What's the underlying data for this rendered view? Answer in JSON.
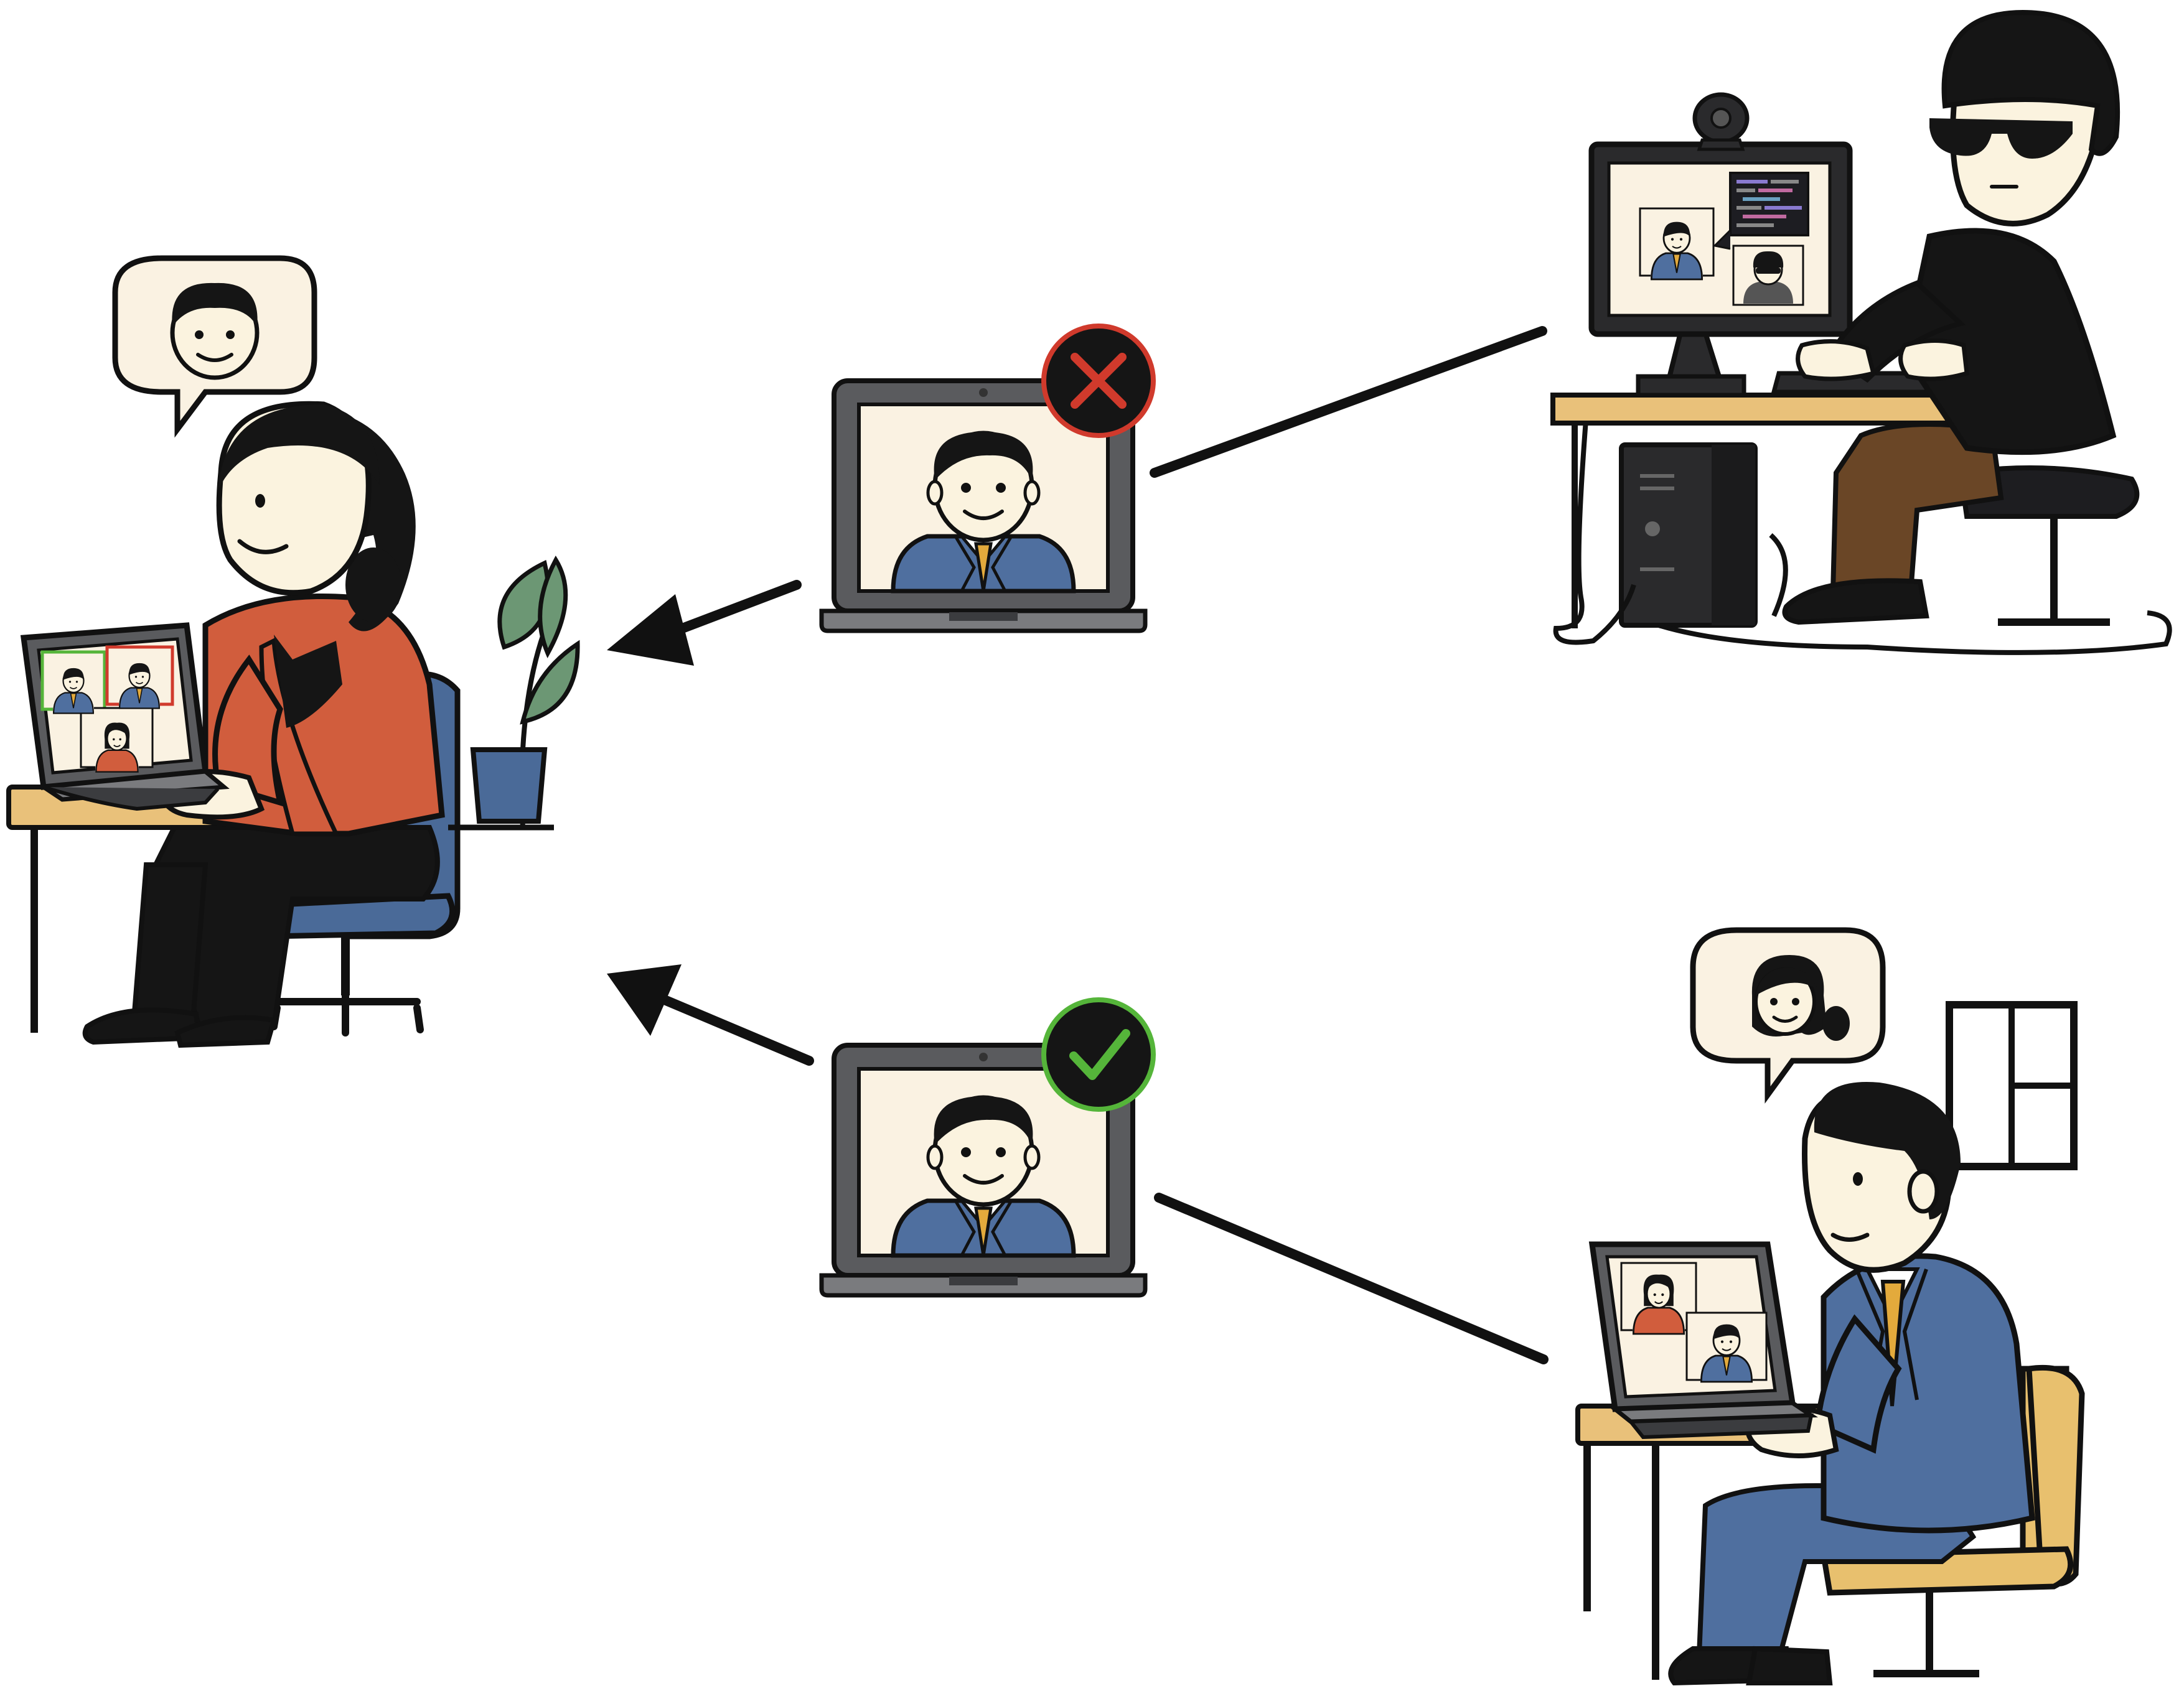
{
  "diagram": {
    "nodes": [
      {
        "id": "victim",
        "icon": "woman-at-laptop-icon",
        "thought_icon": "man-face-icon"
      },
      {
        "id": "fake-feed",
        "icon": "laptop-video-call-icon",
        "status_icon": "red-x-icon"
      },
      {
        "id": "real-feed",
        "icon": "laptop-video-call-icon",
        "status_icon": "green-check-icon"
      },
      {
        "id": "attacker",
        "icon": "hooded-hacker-at-desktop-icon"
      },
      {
        "id": "genuine-caller",
        "icon": "man-in-suit-at-laptop-icon",
        "thought_icon": "woman-face-icon"
      }
    ],
    "edges": [
      {
        "from": "attacker",
        "to": "fake-feed",
        "style": "line"
      },
      {
        "from": "fake-feed",
        "to": "victim",
        "style": "arrow"
      },
      {
        "from": "genuine-caller",
        "to": "real-feed",
        "style": "line"
      },
      {
        "from": "real-feed",
        "to": "victim",
        "style": "arrow"
      }
    ]
  },
  "colors": {
    "outline": "#111111",
    "skin": "#fbf3df",
    "screen_bg": "#faf2e2",
    "laptop_body": "#5a5b5e",
    "suit_blue": "#4f6f9f",
    "tie_gold": "#e3aa3c",
    "jacket_red": "#d15d3d",
    "chair_blue": "#4a6a98",
    "desk_wood": "#e9c17a",
    "plant_green": "#6c9774",
    "hacker_black": "#151515",
    "pants_brown": "#6a4626",
    "reject_red": "#d03a2c",
    "accept_green": "#55b53a",
    "chair_yellow": "#e8c06e"
  }
}
